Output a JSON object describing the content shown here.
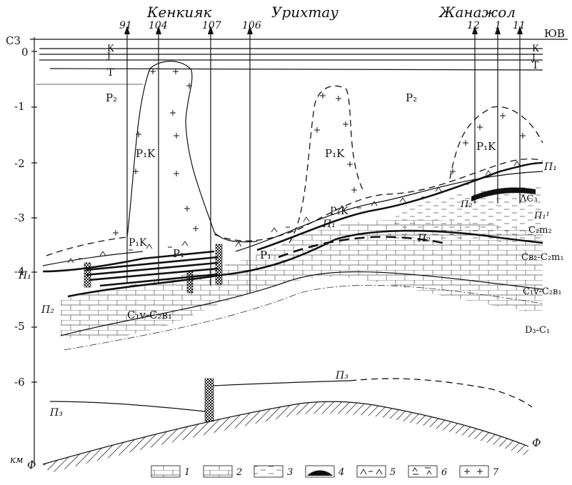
{
  "fields": [
    "Кенкияк",
    "Урихтау",
    "Жанажол"
  ],
  "wells": [
    "91",
    "104",
    "107",
    "106",
    "12",
    "1",
    "11"
  ],
  "direction": {
    "west": "СЗ",
    "east": "ЮВ"
  },
  "depth_unit": "км",
  "depth_ticks": [
    "0",
    "-1",
    "-2",
    "-3",
    "-4",
    "-5",
    "-6"
  ],
  "top_strata": [
    "К",
    "Ј",
    "Т"
  ],
  "labels": {
    "p2_left": "P₂",
    "p2_right": "P₂",
    "p1k_a": "P₁K",
    "p1k_b": "P₁K",
    "p1k_c": "P₁K",
    "p1k_d": "P₁K",
    "p1k_e": "P₁K",
    "p1_a": "P₁",
    "p1_b": "P₁",
    "c1v_c2b1": "C₁v-C₂в₁",
    "c1v_c2b1_right": "C₁v-C₂в₁",
    "d3_c1": "D₃-C₁",
    "cb2_c2m1": "Св₂-C₂m₁",
    "c2m2": "C₂m₂",
    "c3": "ΛC₃",
    "pi1_left": "П₁",
    "pi1_right": "П₁",
    "pi1_mid": "П₁",
    "pi1_sup": "П₁¹",
    "pi2_left": "П₂",
    "pi2_mid": "П₂",
    "pi2_right": "П₂",
    "pi3_left": "П₃",
    "pi3_mid": "П₃",
    "f_left": "Ф",
    "f_right": "Ф"
  },
  "legend": [
    "1",
    "2",
    "3",
    "4",
    "5",
    "6",
    "7"
  ]
}
